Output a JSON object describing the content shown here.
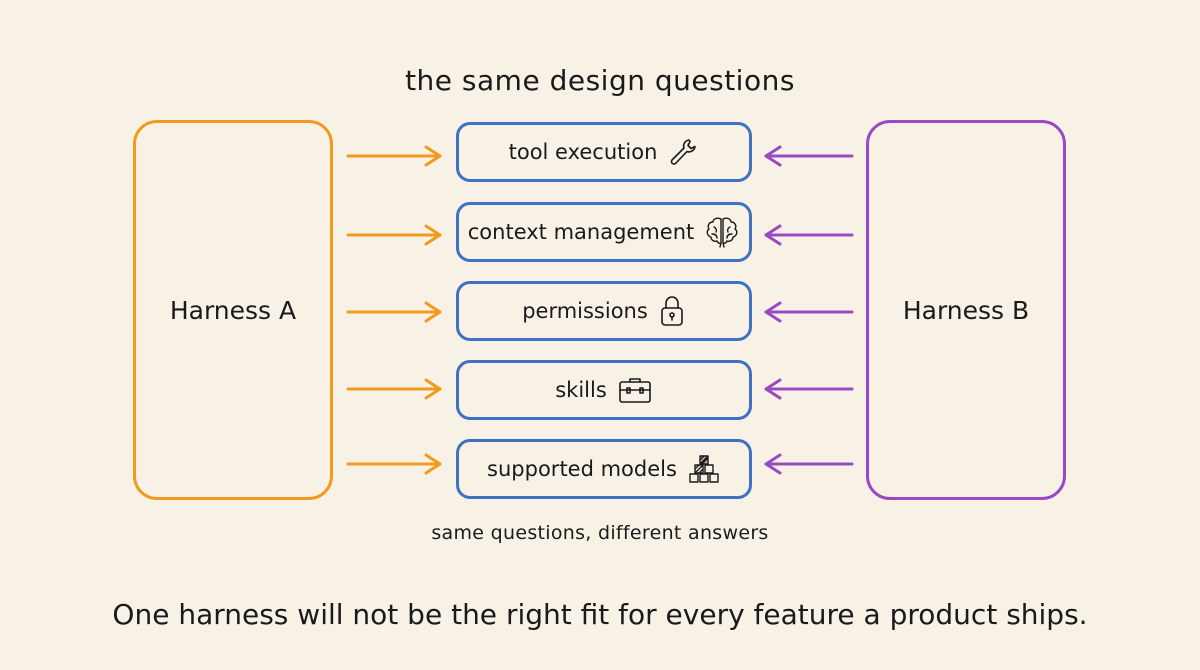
{
  "title": "the same design questions",
  "harness_a": {
    "label": "Harness A"
  },
  "harness_b": {
    "label": "Harness B"
  },
  "questions": [
    {
      "label": "tool execution",
      "icon": "wrench-icon"
    },
    {
      "label": "context management",
      "icon": "brain-icon"
    },
    {
      "label": "permissions",
      "icon": "lock-icon"
    },
    {
      "label": "skills",
      "icon": "toolbox-icon"
    },
    {
      "label": "supported models",
      "icon": "blocks-icon"
    }
  ],
  "footnote": "same questions, different answers",
  "bottom_line": "One harness will not be the right fit for every feature a product ships.",
  "colors": {
    "background": "#f8f1e6",
    "harness_a": "#f39a1e",
    "harness_b": "#9a49c4",
    "question_border": "#3d72c2",
    "text": "#1a1a1a"
  }
}
